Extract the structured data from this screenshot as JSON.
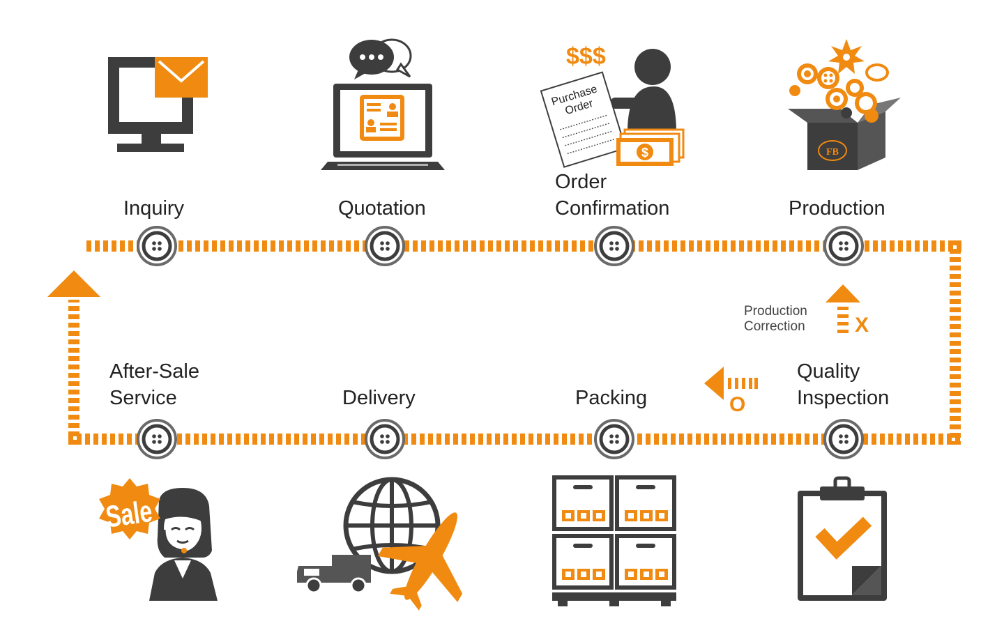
{
  "colors": {
    "accent": "#f08a10",
    "dark": "#3d3d3d",
    "grey": "#555555",
    "node_ring": "#6a6a6a"
  },
  "steps": {
    "inquiry": {
      "label": "Inquiry",
      "icon": "computer-mail-icon"
    },
    "quotation": {
      "label": "Quotation",
      "icon": "laptop-chat-icon"
    },
    "order_confirmation": {
      "label": "Order\nConfirmation",
      "icon": "purchase-order-icon",
      "money_text": "$$$",
      "doc_line1": "Purchase",
      "doc_line2": "Order",
      "bill_symbol": "$"
    },
    "production": {
      "label": "Production",
      "icon": "box-buttons-icon",
      "box_logo": "FB"
    },
    "quality_inspection": {
      "label": "Quality\nInspection",
      "icon": "clipboard-check-icon"
    },
    "packing": {
      "label": "Packing",
      "icon": "pallet-boxes-icon"
    },
    "delivery": {
      "label": "Delivery",
      "icon": "globe-truck-plane-icon"
    },
    "after_sale_service": {
      "label": "After-Sale\nService",
      "icon": "support-agent-icon",
      "badge_text": "Sale"
    }
  },
  "production_correction": {
    "label_line1": "Production",
    "label_line2": "Correction",
    "fail_mark": "X",
    "pass_mark": "O"
  }
}
